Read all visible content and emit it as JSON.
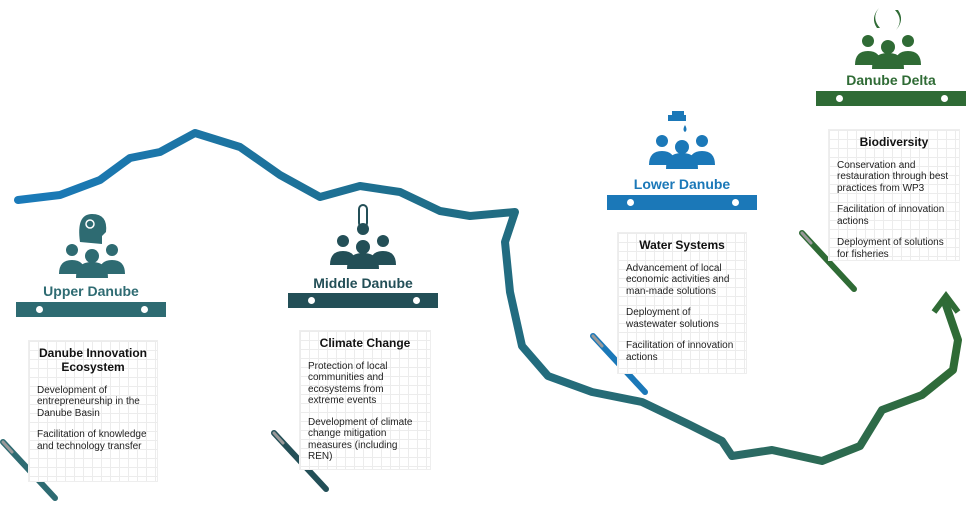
{
  "regions": [
    {
      "name": "Upper Danube",
      "color": "#2e6b72",
      "card": {
        "title": "Danube Innovation Ecosystem",
        "items": [
          "Development of entrepreneurship in the Danube Basin",
          "Facilitation of knowledge and technology transfer"
        ]
      }
    },
    {
      "name": "Middle Danube",
      "color": "#234f57",
      "card": {
        "title": "Climate Change",
        "items": [
          "Protection of local communities and ecosystems from extreme events",
          "Development of climate change mitigation measures (including REN)"
        ]
      }
    },
    {
      "name": "Lower Danube",
      "color": "#1b78b8",
      "card": {
        "title": "Water Systems",
        "items": [
          "Advancement of local economic activities and man-made solutions",
          "Deployment of wastewater solutions",
          "Facilitation of innovation actions"
        ]
      }
    },
    {
      "name": "Danube Delta",
      "color": "#2f6b35",
      "card": {
        "title": "Biodiversity",
        "items": [
          "Conservation and restauration through best practices from WP3",
          "Facilitation of innovation actions",
          "Deployment of solutions for fisheries"
        ]
      }
    }
  ],
  "icons": [
    "lightbulb-head-icon",
    "thermometer-icon",
    "water-tap-icon",
    "fish-cycle-icon",
    "people-group-icon",
    "pencil-icon"
  ]
}
